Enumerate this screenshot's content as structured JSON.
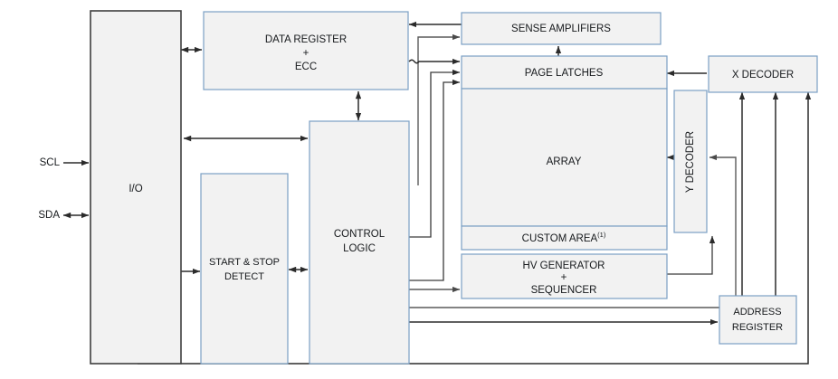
{
  "diagram": {
    "title": "Memory device block diagram",
    "colors": {
      "block_fill": "#f2f2f2",
      "block_stroke": "#7ba0c4",
      "io_stroke": "#3f3f3f",
      "wire": "#2b2b2b",
      "background": "#ffffff"
    },
    "signals": [
      {
        "name": "scl",
        "label": "SCL",
        "direction": "in"
      },
      {
        "name": "sda",
        "label": "SDA",
        "direction": "bidirectional"
      }
    ],
    "blocks": [
      {
        "id": "io",
        "label": "I/O",
        "lines": [
          "I/O"
        ]
      },
      {
        "id": "data-register",
        "label": "DATA REGISTER + ECC",
        "lines": [
          "DATA REGISTER",
          "+",
          "ECC"
        ]
      },
      {
        "id": "start-stop-detect",
        "label": "START & STOP DETECT",
        "lines": [
          "START & STOP",
          "DETECT"
        ]
      },
      {
        "id": "control-logic",
        "label": "CONTROL LOGIC",
        "lines": [
          "CONTROL",
          "LOGIC"
        ]
      },
      {
        "id": "sense-amplifiers",
        "label": "SENSE AMPLIFIERS",
        "lines": [
          "SENSE AMPLIFIERS"
        ]
      },
      {
        "id": "page-latches",
        "label": "PAGE LATCHES",
        "lines": [
          "PAGE LATCHES"
        ]
      },
      {
        "id": "array",
        "label": "ARRAY",
        "lines": [
          "ARRAY"
        ]
      },
      {
        "id": "custom-area",
        "label": "CUSTOM AREA",
        "lines": [
          "CUSTOM AREA"
        ],
        "footnote": "(1)"
      },
      {
        "id": "hv-generator",
        "label": "HV GENERATOR + SEQUENCER",
        "lines": [
          "HV GENERATOR",
          "+",
          "SEQUENCER"
        ]
      },
      {
        "id": "x-decoder",
        "label": "X DECODER",
        "lines": [
          "X DECODER"
        ]
      },
      {
        "id": "y-decoder",
        "label": "Y DECODER",
        "lines": [
          "Y DECODER"
        ],
        "orientation": "vertical"
      },
      {
        "id": "address-register",
        "label": "ADDRESS REGISTER",
        "lines": [
          "ADDRESS",
          "REGISTER"
        ]
      }
    ],
    "labels": {
      "io": "I/O",
      "data_register_1": "DATA REGISTER",
      "data_register_2": "+",
      "data_register_3": "ECC",
      "start_stop_1": "START & STOP",
      "start_stop_2": "DETECT",
      "control_logic_1": "CONTROL",
      "control_logic_2": "LOGIC",
      "sense_amplifiers": "SENSE AMPLIFIERS",
      "page_latches": "PAGE LATCHES",
      "array": "ARRAY",
      "custom_area": "CUSTOM AREA",
      "custom_area_footnote": "(1)",
      "hv_generator_1": "HV GENERATOR",
      "hv_generator_2": "+",
      "hv_generator_3": "SEQUENCER",
      "x_decoder": "X DECODER",
      "y_decoder": "Y DECODER",
      "address_register_1": "ADDRESS",
      "address_register_2": "REGISTER",
      "scl": "SCL",
      "sda": "SDA"
    }
  }
}
